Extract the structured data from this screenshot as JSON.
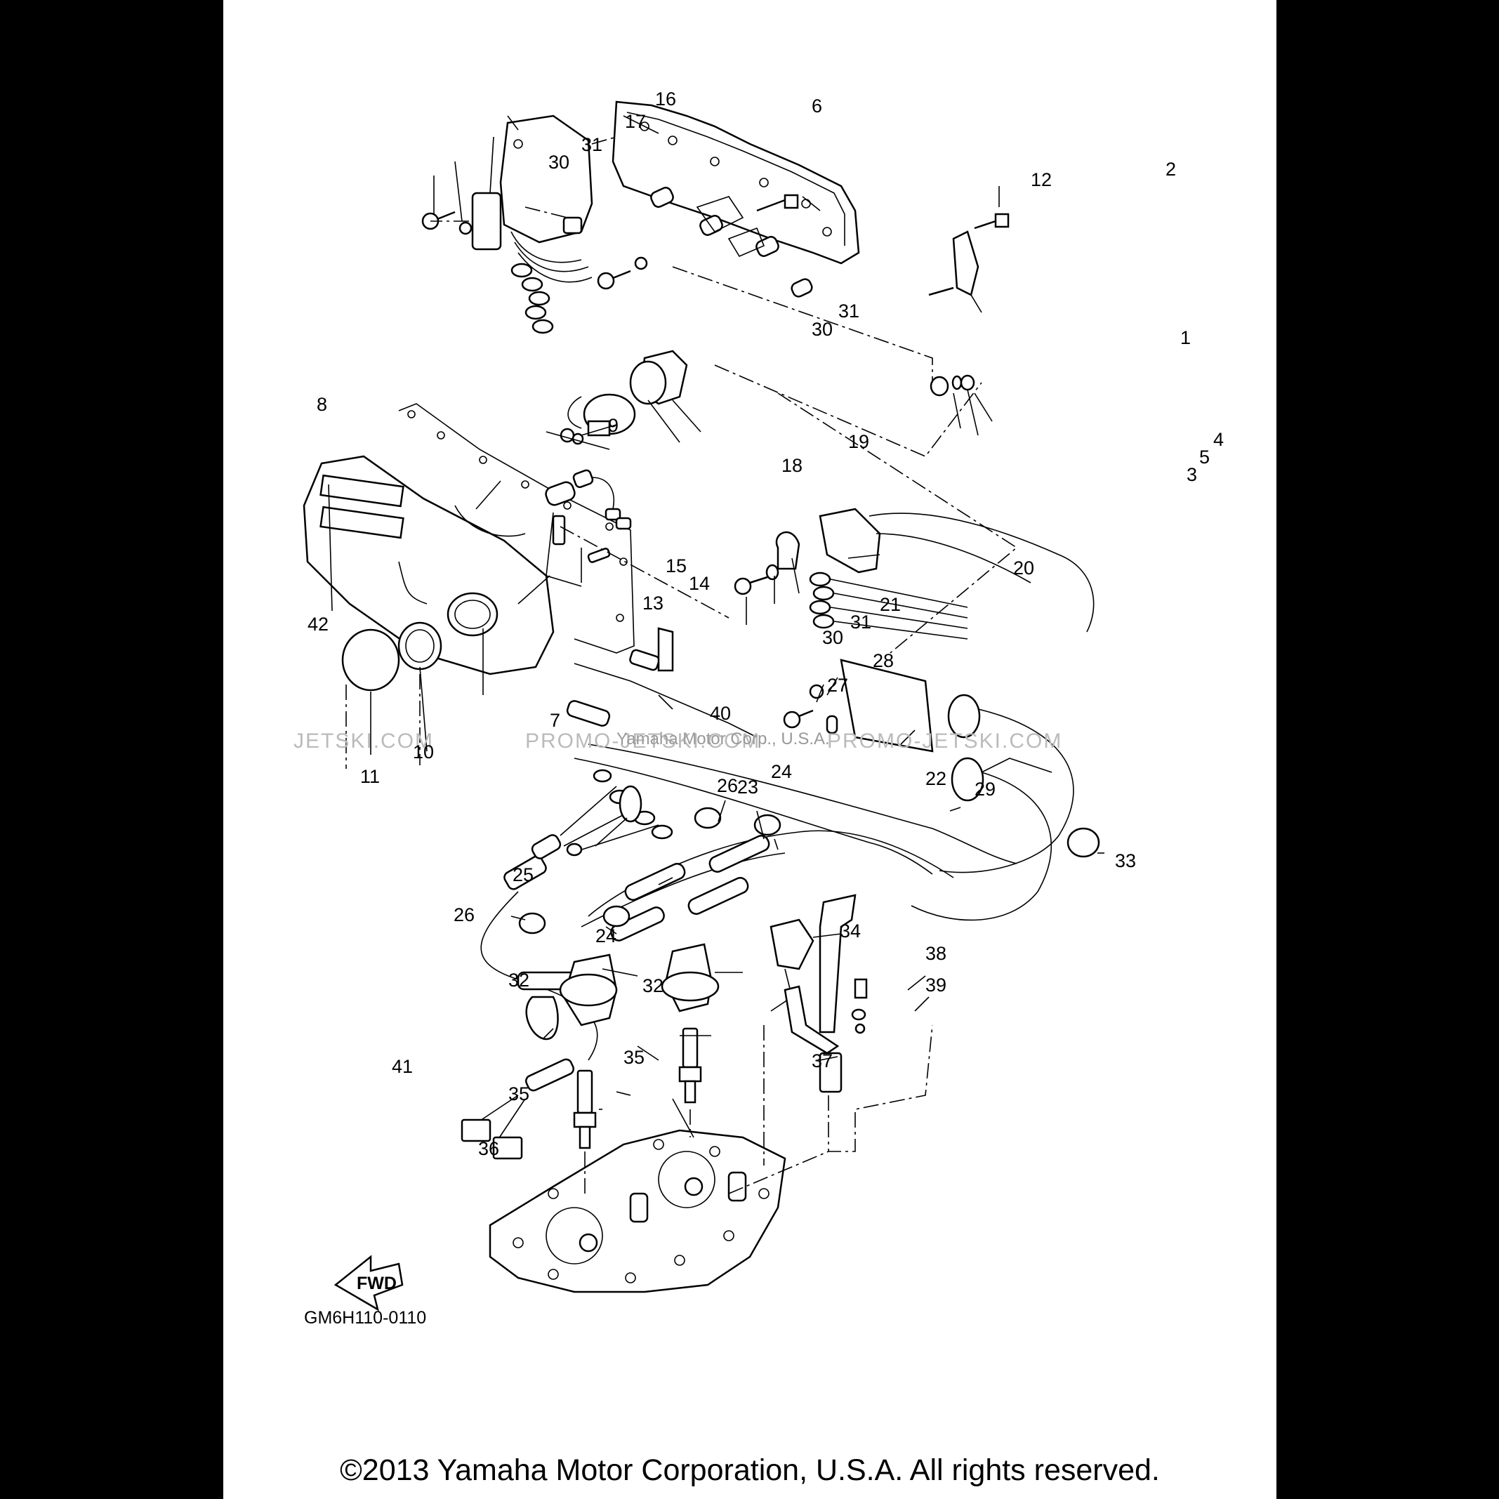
{
  "diagram": {
    "code": "GM6H110-0110",
    "copyright": "©2013 Yamaha Motor Corporation, U.S.A. All rights reserved.",
    "watermark_center": "Yamaha Motor Corp., U.S.A.",
    "watermark_left": "JETSKI.COM",
    "watermark_mid": "PROMO-JETSKI.COM",
    "watermark_right": "PROMO-JETSKI.COM",
    "fwd_arrow": "FWD",
    "callouts": [
      "1",
      "2",
      "3",
      "4",
      "5",
      "6",
      "7",
      "8",
      "9",
      "10",
      "11",
      "12",
      "13",
      "14",
      "15",
      "16",
      "17",
      "18",
      "19",
      "20",
      "21",
      "22",
      "23",
      "24",
      "24",
      "25",
      "26",
      "26",
      "27",
      "28",
      "29",
      "30",
      "30",
      "30",
      "31",
      "31",
      "31",
      "32",
      "32",
      "33",
      "34",
      "35",
      "35",
      "36",
      "37",
      "38",
      "39",
      "40",
      "41",
      "42"
    ]
  }
}
